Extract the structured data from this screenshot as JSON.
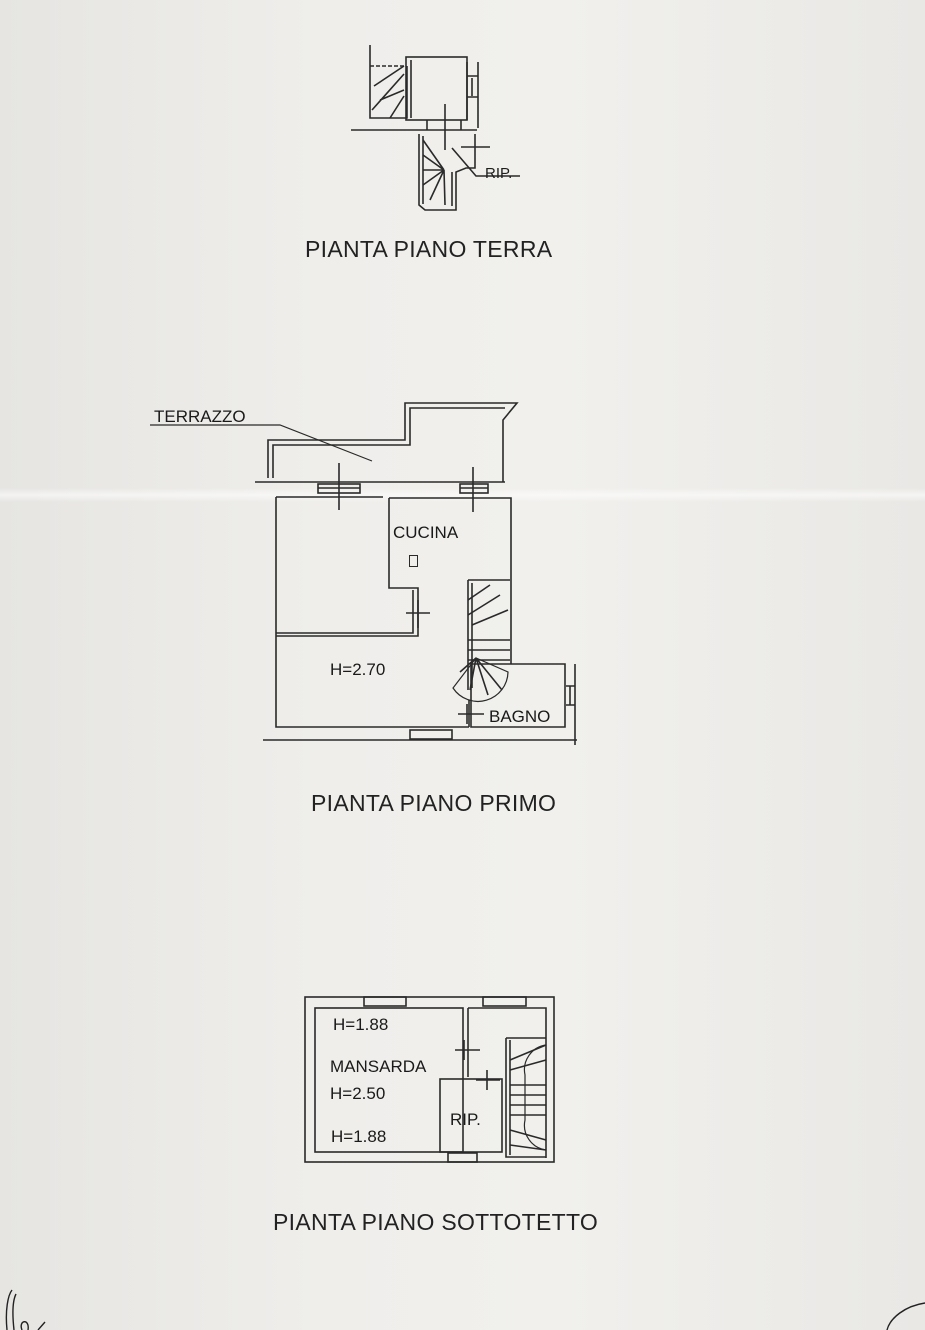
{
  "ground_floor": {
    "title": "PIANTA PIANO TERRA",
    "labels": {
      "rip": "RIP."
    }
  },
  "first_floor": {
    "title": "PIANTA PIANO PRIMO",
    "labels": {
      "terrazzo": "TERRAZZO",
      "cucina": "CUCINA",
      "height": "H=2.70",
      "bagno": "BAGNO"
    }
  },
  "attic_floor": {
    "title": "PIANTA PIANO SOTTOTETTO",
    "labels": {
      "height_top": "H=1.88",
      "mansarda": "MANSARDA",
      "height_mid": "H=2.50",
      "height_bottom": "H=1.88",
      "rip": "RIP."
    }
  }
}
